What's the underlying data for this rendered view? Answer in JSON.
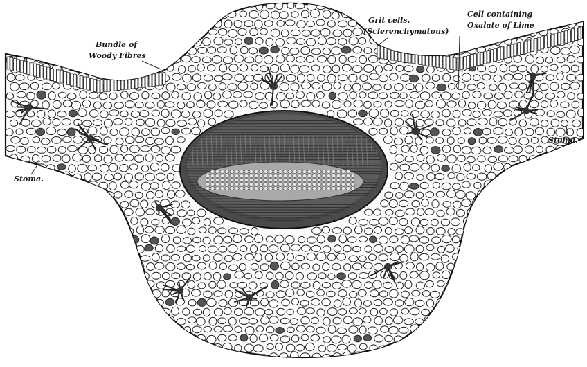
{
  "labels": {
    "woody_fibres_line1": "Bundle of",
    "woody_fibres_line2": "Woody Fibres",
    "grit_cells_line1": "Grit cells.",
    "grit_cells_line2": "(Sclerenchymatous)",
    "oxalate_line1": "Cell containing",
    "oxalate_line2": "Oxalate of Lime",
    "stoma_left": "Stoma.",
    "stoma_right": "Stoma."
  },
  "colors": {
    "ink": "#1a1a1a",
    "paper": "#ffffff",
    "bundle_dark": "#3a3a3a",
    "bundle_mid": "#6e6e6e",
    "bundle_light": "#b5b5b5"
  }
}
